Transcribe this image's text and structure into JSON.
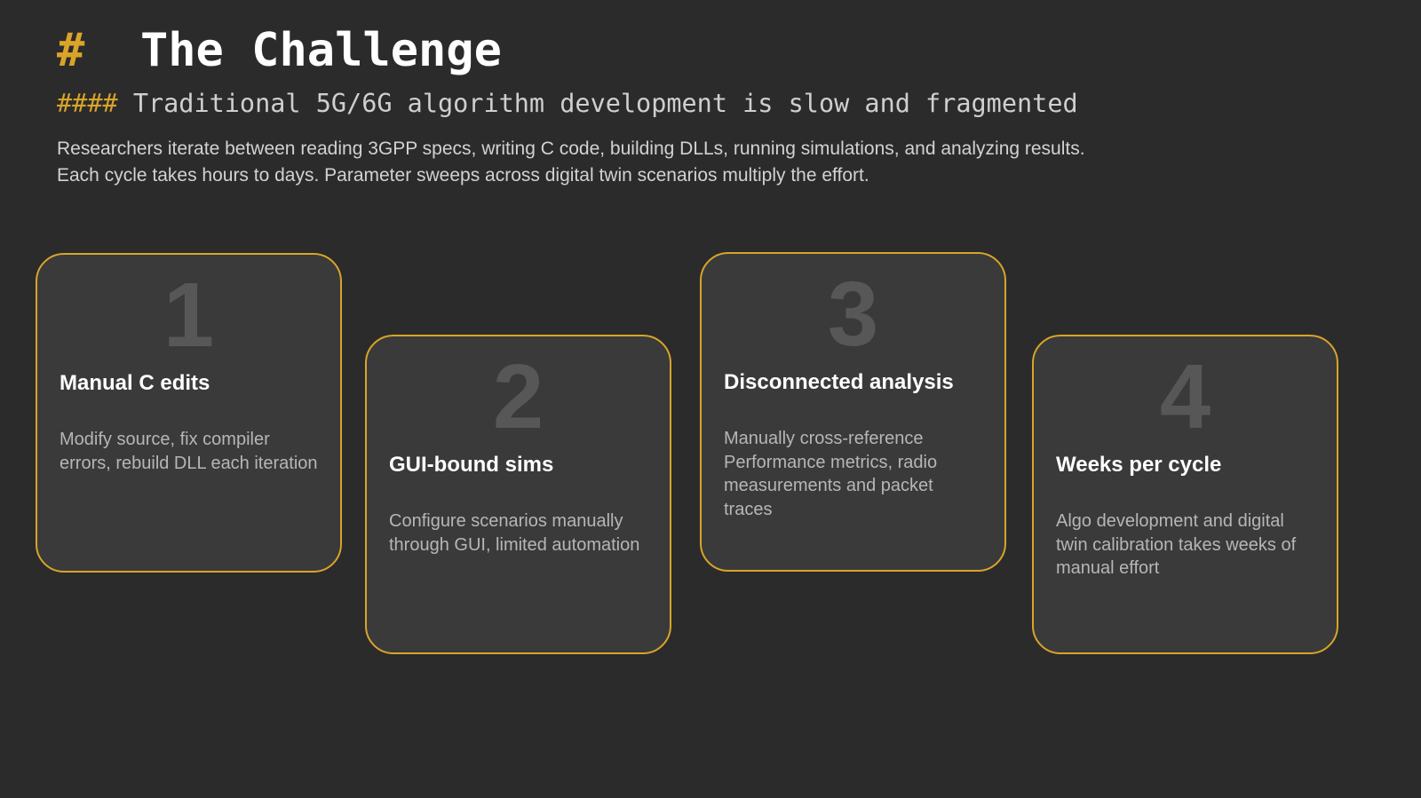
{
  "slide": {
    "background_color": "#2b2b2b",
    "accent_color": "#d9a429",
    "card_background_color": "#3a3a3a",
    "number_color": "#575757"
  },
  "header": {
    "title_marker": "#",
    "title": "The Challenge",
    "subtitle_marker": "####",
    "subtitle": "Traditional 5G/6G algorithm development is slow and fragmented",
    "lede_line_1": "Researchers iterate between reading 3GPP specs, writing C code, building DLLs, running simulations, and analyzing results.",
    "lede_line_2": "Each cycle takes hours to days. Parameter sweeps across digital twin scenarios multiply the effort."
  },
  "cards": [
    {
      "number": "1",
      "title": "Manual C edits",
      "body": "Modify source, fix compiler errors, rebuild DLL each iteration"
    },
    {
      "number": "2",
      "title": "GUI-bound sims",
      "body": "Configure scenarios manually through  GUI, limited automation"
    },
    {
      "number": "3",
      "title": "Disconnected analysis",
      "body": "Manually cross-reference Performance metrics, radio measurements and packet traces"
    },
    {
      "number": "4",
      "title": "Weeks per cycle",
      "body": "Algo development and digital twin calibration takes weeks of manual effort"
    }
  ]
}
